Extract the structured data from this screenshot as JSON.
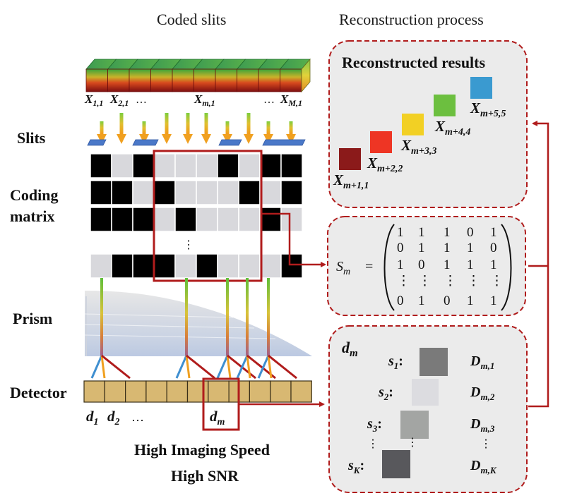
{
  "headers": {
    "coded_slits": "Coded slits",
    "reconstruction_process": "Reconstruction process"
  },
  "left_labels": {
    "slits": "Slits",
    "coding_line1": "Coding",
    "coding_line2": "matrix",
    "prism": "Prism",
    "detector": "Detector"
  },
  "column_labels": {
    "x11": "X",
    "x11_sub": "1,1",
    "x21": "X",
    "x21_sub": "2,1",
    "dots1": "…",
    "xm1": "X",
    "xm1_sub": "m,1",
    "dots2": "…",
    "xM1": "X",
    "xM1_sub": "M,1"
  },
  "coding_matrix": {
    "rows": [
      [
        1,
        0,
        1,
        0,
        0,
        0,
        1,
        0,
        1,
        1
      ],
      [
        1,
        1,
        0,
        1,
        0,
        0,
        0,
        1,
        0,
        1
      ],
      [
        1,
        1,
        1,
        0,
        1,
        0,
        0,
        0,
        1,
        0
      ],
      [
        0,
        1,
        1,
        1,
        0,
        1,
        0,
        0,
        0,
        1
      ]
    ],
    "vdots": "⋮"
  },
  "detector_labels": {
    "d1": "d",
    "d1_sub": "1",
    "d2": "d",
    "d2_sub": "2",
    "dots": "…",
    "dm": "d",
    "dm_sub": "m"
  },
  "bottom_text": {
    "line1": "High Imaging Speed",
    "line2": "High SNR"
  },
  "reconstructed": {
    "title": "Reconstructed results",
    "items": [
      {
        "sym": "X",
        "sub": "m+1,1",
        "color": "#8b1a1a"
      },
      {
        "sym": "X",
        "sub": "m+2,2",
        "color": "#ee3524"
      },
      {
        "sym": "X",
        "sub": "m+3,3",
        "color": "#f2d024"
      },
      {
        "sym": "X",
        "sub": "m+4,4",
        "color": "#6cbf3f"
      },
      {
        "sym": "X",
        "sub": "m+5,5",
        "color": "#3a9ad0"
      }
    ]
  },
  "matrix_panel": {
    "lhs": "S",
    "lhs_sub": "m",
    "equals": "=",
    "rows": [
      [
        "1",
        "1",
        "1",
        "0",
        "1"
      ],
      [
        "0",
        "1",
        "1",
        "1",
        "0"
      ],
      [
        "1",
        "0",
        "1",
        "1",
        "1"
      ],
      [
        "⋮",
        "⋮",
        "⋮",
        "⋮",
        "⋮"
      ],
      [
        "0",
        "1",
        "0",
        "1",
        "1"
      ]
    ]
  },
  "detector_panel": {
    "title": "d",
    "title_sub": "m",
    "rows": [
      {
        "s": "s",
        "s_sub": "1",
        "D": "D",
        "D_sub": "m,1",
        "gray": "#7a7a7a"
      },
      {
        "s": "s",
        "s_sub": "2",
        "D": "D",
        "D_sub": "m,2",
        "gray": "#dcdce0"
      },
      {
        "s": "s",
        "s_sub": "3",
        "D": "D",
        "D_sub": "m,3",
        "gray": "#a3a5a3"
      },
      {
        "s": "s",
        "s_sub": "K",
        "D": "D",
        "D_sub": "m,K",
        "gray": "#58585c"
      }
    ],
    "vdots": "⋮"
  },
  "colors": {
    "frame_red": "#b01c1c",
    "panel_fill": "#ebebeb",
    "detector_cell": "#d8b872",
    "slit_blue": "#4a78c8"
  }
}
